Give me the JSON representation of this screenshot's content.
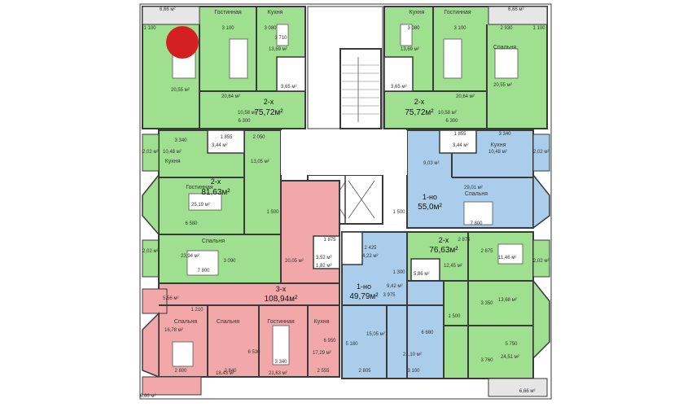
{
  "marker": {
    "color": "#d42020"
  },
  "colors": {
    "green": "#9fdf90",
    "blue": "#a9cdea",
    "red": "#f2a8a8",
    "wall": "#3a3a3a",
    "balcony": "#e6e6e6"
  },
  "apartments": [
    {
      "id": "tl",
      "type": "2-х",
      "area": "75,72м²"
    },
    {
      "id": "tr",
      "type": "2-х",
      "area": "75,72м²"
    },
    {
      "id": "ml",
      "type": "2-х",
      "area": "81,63м²"
    },
    {
      "id": "mr",
      "type": "1-но",
      "area": "55,0м²"
    },
    {
      "id": "rr",
      "type": "2-х",
      "area": "76,63м²"
    },
    {
      "id": "red",
      "type": "3-х",
      "area": "108,94м²"
    },
    {
      "id": "cb",
      "type": "1-но",
      "area": "49,79м²"
    }
  ],
  "room_names": {
    "gostinnaya": "Гостинная",
    "kukhnya": "Кухня",
    "spalnya": "Спальня"
  },
  "areas": {
    "tl_balcony": "6,66 м²",
    "tr_balcony": "6,66 м²",
    "tl_bed": "20,55 м²",
    "tl_gost": "20,64 м²",
    "tl_kitchen": "13,69 м²",
    "tl_bath": "3,65 м²",
    "tl_hall": "10,58 м²",
    "tr_kitchen": "13,69 м²",
    "tr_bath": "3,65 м²",
    "tr_hall": "10,58 м²",
    "tr_gost": "20,64 м²",
    "tr_bed": "20,55 м²",
    "ml_kitchen": "10,48 м²",
    "ml_bath": "3,44 м²",
    "ml_hall": "13,05 м²",
    "ml_gost": "25,19 м²",
    "ml_bed": "23,94 м²",
    "ml_bal1": "2,02 м²",
    "ml_bal2": "2,02 м²",
    "mr_bath": "3,44 м²",
    "mr_kitchen": "10,48 м²",
    "mr_hall": "9,03 м²",
    "mr_bed": "29,01 м²",
    "mr_bal": "2,02 м²",
    "rr_bed": "11,46 м²",
    "rr_hall": "12,45 м²",
    "rr_bath": "5,86 м²",
    "rr_bal": "2,02 м²",
    "rr_r2": "13,68 м²",
    "rr_r3": "24,51 м²",
    "rr_balcony": "6,66 м²",
    "red_hall": "20,05 м²",
    "red_bath1": "3,52 м²",
    "red_bath2": "1,82 м²",
    "red_bed1": "16,78 м²",
    "red_bed2": "18,43 м²",
    "red_gost": "21,63 м²",
    "red_kitchen": "17,29 м²",
    "red_bal": "5,56 м²",
    "red_balcony": "6,66 м²",
    "cb_bath": "4,22 м²",
    "cb_hall": "9,42 м²",
    "cb_room": "15,05 м²",
    "cb_room2": "21,10 м²"
  },
  "dims": {
    "d3100a": "3 100",
    "d3100b": "3 100",
    "d3710": "3 710",
    "d3080a": "3 080",
    "d3080b": "3 080",
    "d2930": "2 930",
    "d1100a": "1 100",
    "d1100b": "1 100",
    "d6300a": "6 300",
    "d6300b": "6 300",
    "d3340a": "3 340",
    "d3340b": "3 340",
    "d2050": "2 050",
    "d1855a": "1 855",
    "d1855b": "1 855",
    "d6580": "6 580",
    "d1500a": "1 500",
    "d1500b": "1 500",
    "d1500c": "1 500",
    "d7800a": "7 800",
    "d7800b": "7 800",
    "d1875": "1 875",
    "d2425": "2 425",
    "d1300": "1 300",
    "d3975": "3 975",
    "d2875": "2 875",
    "d1210": "1 210",
    "d2800": "2 800",
    "d2840": "2 840",
    "d3340c": "3 340",
    "d2555": "2 555",
    "d2805": "2 805",
    "d3100c": "3 100",
    "d5750": "5 750",
    "d3760": "3 760",
    "d6680": "6 680",
    "d6950": "6 950",
    "d6530": "6 530",
    "d3350": "3 350",
    "d3090": "3 090",
    "d5180": "5 180",
    "d2875b": "2 875"
  }
}
